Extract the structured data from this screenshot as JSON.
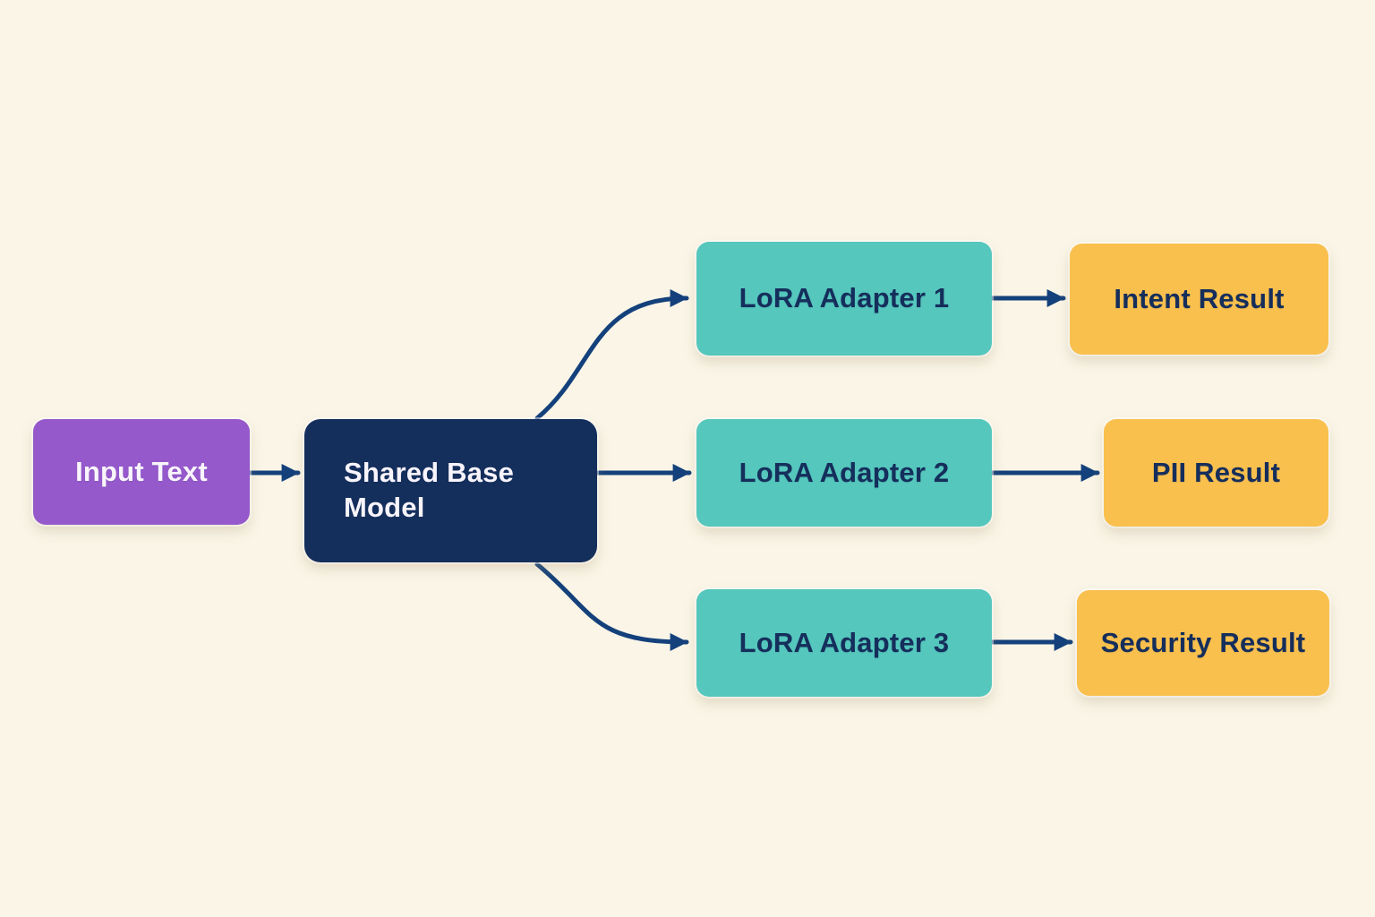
{
  "colors": {
    "background": "#FAF5E7",
    "node_input": "#9559CB",
    "node_base": "#152F5C",
    "node_adapter": "#55C7BD",
    "node_result": "#F9C04E",
    "arrow": "#14417B",
    "text_light": "#F8F4FB",
    "text_dark": "#152E5B"
  },
  "nodes": [
    {
      "id": "input-text",
      "label": "Input Text"
    },
    {
      "id": "shared-base-model",
      "label": "Shared Base Model"
    },
    {
      "id": "lora-adapter-1",
      "label": "LoRA Adapter 1"
    },
    {
      "id": "lora-adapter-2",
      "label": "LoRA Adapter 2"
    },
    {
      "id": "lora-adapter-3",
      "label": "LoRA Adapter 3"
    },
    {
      "id": "intent-result",
      "label": "Intent Result"
    },
    {
      "id": "pii-result",
      "label": "PII Result"
    },
    {
      "id": "security-result",
      "label": "Security Result"
    }
  ],
  "edges": [
    {
      "from": "input-text",
      "to": "shared-base-model"
    },
    {
      "from": "shared-base-model",
      "to": "lora-adapter-1"
    },
    {
      "from": "shared-base-model",
      "to": "lora-adapter-2"
    },
    {
      "from": "shared-base-model",
      "to": "lora-adapter-3"
    },
    {
      "from": "lora-adapter-1",
      "to": "intent-result"
    },
    {
      "from": "lora-adapter-2",
      "to": "pii-result"
    },
    {
      "from": "lora-adapter-3",
      "to": "security-result"
    }
  ]
}
